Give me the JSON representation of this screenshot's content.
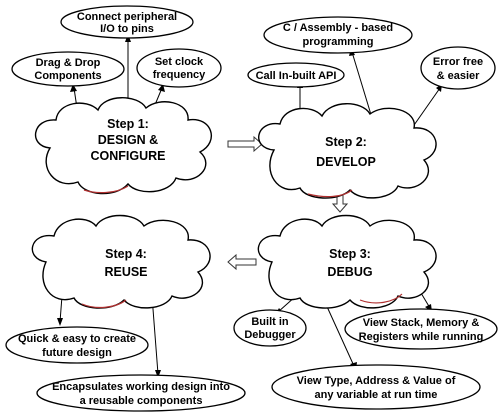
{
  "steps": {
    "step1": {
      "title": "Step 1:",
      "line2": "DESIGN &",
      "line3": "CONFIGURE"
    },
    "step2": {
      "title": "Step 2:",
      "line2": "DEVELOP"
    },
    "step3": {
      "title": "Step 3:",
      "line2": "DEBUG"
    },
    "step4": {
      "title": "Step 4:",
      "line2": "REUSE"
    }
  },
  "bubbles": {
    "connect": {
      "l1": "Connect peripheral",
      "l2": "I/O to pins"
    },
    "dragdrop": {
      "l1": "Drag & Drop",
      "l2": "Components"
    },
    "clock": {
      "l1": "Set clock",
      "l2": "frequency"
    },
    "cassembly": {
      "l1": "C / Assembly - based",
      "l2": "programming"
    },
    "api": {
      "l1": "Call In-built API"
    },
    "errorfree": {
      "l1": "Error free",
      "l2": "& easier"
    },
    "debugger": {
      "l1": "Built in",
      "l2": "Debugger"
    },
    "stack": {
      "l1": "View Stack, Memory &",
      "l2": "Registers while running"
    },
    "viewtype": {
      "l1": "View Type, Address & Value of",
      "l2": "any variable at run time"
    },
    "quick": {
      "l1": "Quick & easy to create",
      "l2": "future design"
    },
    "encaps": {
      "l1": "Encapsulates working design into",
      "l2": "a reusable components"
    }
  }
}
